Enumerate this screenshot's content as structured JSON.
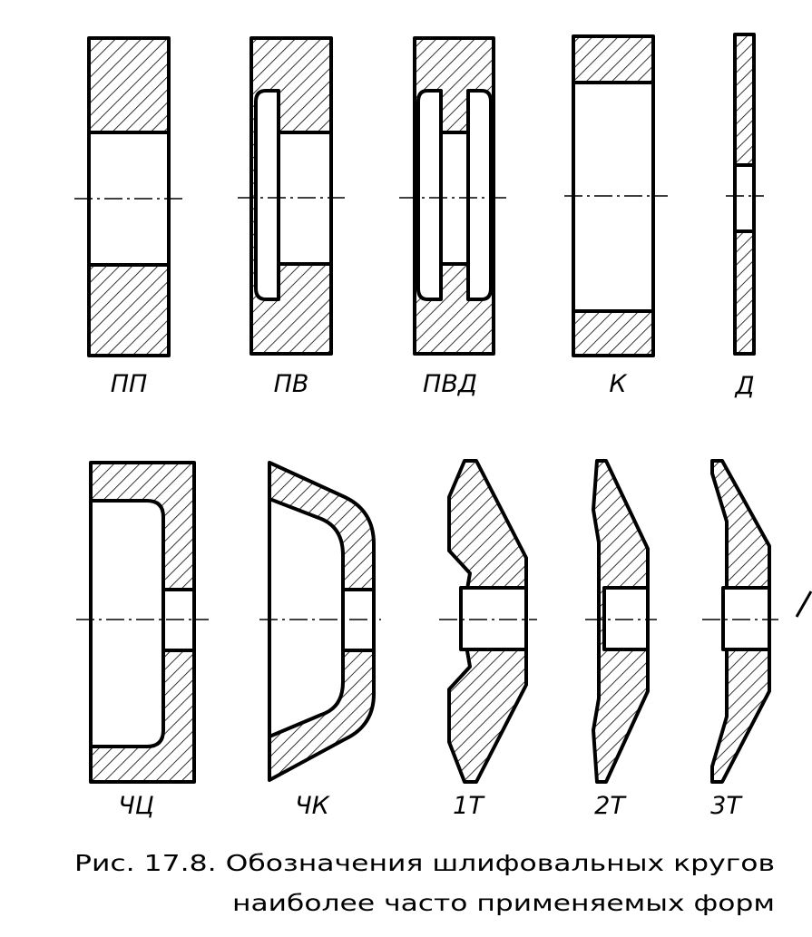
{
  "labels": {
    "pp": "ПП",
    "pv": "ПВ",
    "pvd": "ПВД",
    "k": "К",
    "d": "Д",
    "chts": "ЧЦ",
    "chk": "ЧК",
    "t1": "1Т",
    "t2": "2Т",
    "t3": "3Т"
  },
  "caption": {
    "line1": "Рис. 17.8. Обозначения шлифовальных кругов",
    "line2": "наиболее часто применяемых форм"
  },
  "colors": {
    "ink": "#000000",
    "paper": "#ffffff"
  }
}
